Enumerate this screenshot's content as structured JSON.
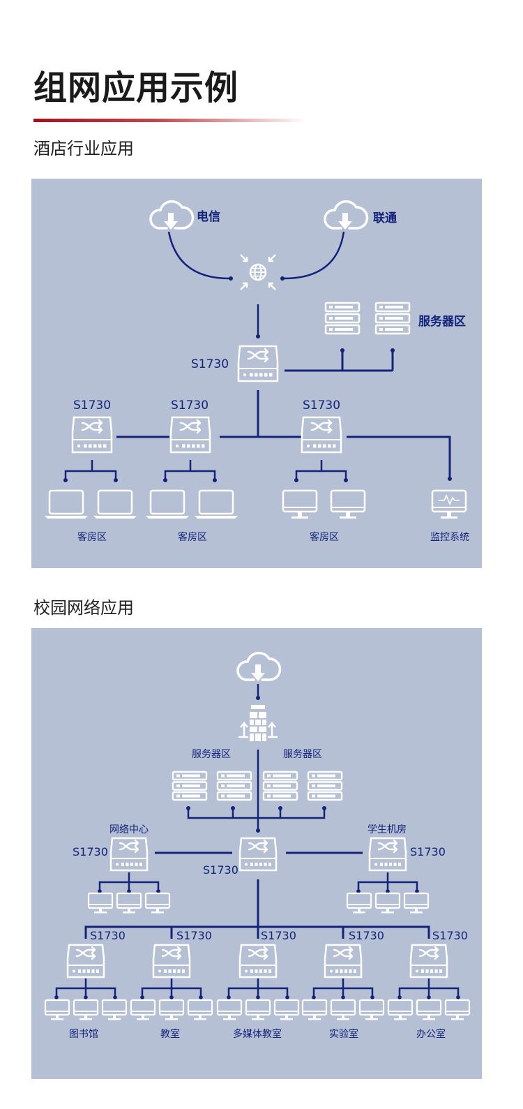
{
  "page": {
    "title": "组网应用示例",
    "accent_color": "#a31219"
  },
  "hotel": {
    "heading": "酒店行业应用",
    "isp1": "电信",
    "isp2": "联通",
    "server_area": "服务器区",
    "core_switch": "S1730",
    "switches": [
      "S1730",
      "S1730",
      "S1730"
    ],
    "zones": [
      "客房区",
      "客房区",
      "客房区",
      "监控系统"
    ],
    "icons": [
      "cloud-download-icon",
      "globe-router-icon",
      "server-icon",
      "switch-icon",
      "laptop-icon",
      "desktop-icon",
      "monitor-icon"
    ]
  },
  "campus": {
    "heading": "校园网络应用",
    "server_areas": [
      "服务器区",
      "服务器区"
    ],
    "left_group": "网络中心",
    "right_group": "学生机房",
    "left_switch": "S1730",
    "core_switch": "S1730",
    "right_switch": "S1730",
    "bottom_switches": [
      "S1730",
      "S1730",
      "S1730",
      "S1730",
      "S1730"
    ],
    "bottom_zones": [
      "图书馆",
      "教室",
      "多媒体教室",
      "实验室",
      "办公室"
    ],
    "icons": [
      "cloud-download-icon",
      "firewall-icon",
      "server-icon",
      "switch-icon",
      "desktop-icon"
    ]
  },
  "colors": {
    "panel": "#b5c0d4",
    "line": "#13237a",
    "icon": "#ffffff"
  }
}
